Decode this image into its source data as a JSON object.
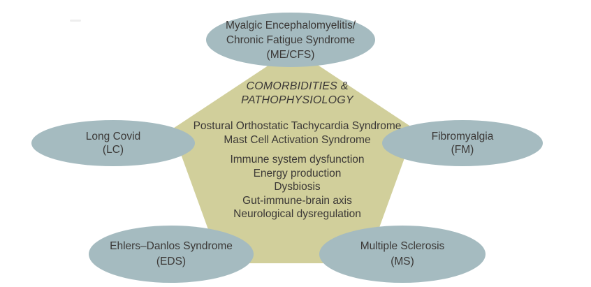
{
  "title": "Comorbidities and pathophysiology pentagon diagram",
  "colors": {
    "pentagon_fill": "#d1cf9b",
    "ellipse_fill": "#a5bbc0",
    "text": "#3b3836",
    "background": "#ffffff"
  },
  "pentagon": {
    "heading_line1": "COMORBIDITIES &",
    "heading_line2": "PATHOPHYSIOLOGY",
    "syndromes": [
      "Postural Orthostatic Tachycardia Syndrome",
      "Mast Cell Activation Syndrome"
    ],
    "mechanisms": [
      "Immune system dysfunction",
      "Energy production",
      "Dysbiosis",
      "Gut-immune-brain axis",
      "Neurological dysregulation"
    ]
  },
  "nodes": {
    "me_cfs": {
      "line1": "Myalgic Encephalomyelitis/",
      "line2": "Chronic Fatigue Syndrome",
      "abbr": "(ME/CFS)"
    },
    "long_covid": {
      "line1": "Long Covid",
      "abbr": "(LC)"
    },
    "fibromyalgia": {
      "line1": "Fibromyalgia",
      "abbr": "(FM)"
    },
    "eds": {
      "line1": "Ehlers–Danlos Syndrome",
      "abbr": "(EDS)"
    },
    "ms": {
      "line1": "Multiple Sclerosis",
      "abbr": "(MS)"
    }
  }
}
